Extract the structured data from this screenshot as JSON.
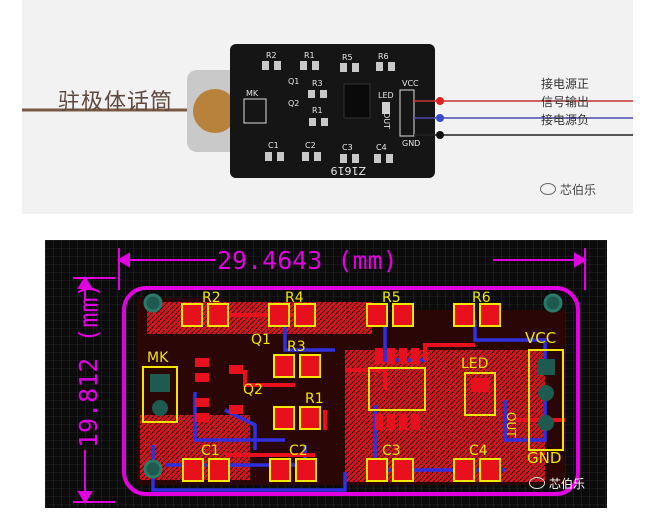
{
  "top_photo": {
    "mic_label": "驻极体话筒",
    "pin_labels": [
      "接电源正",
      "信号输出",
      "接电源负"
    ],
    "silkscreen": [
      "R2",
      "R1",
      "R5",
      "R6",
      "Q1",
      "R3",
      "Q2",
      "R1",
      "LED",
      "VCC",
      "OUT",
      "GND",
      "MK",
      "C1",
      "C2",
      "C3",
      "C4"
    ],
    "board_code": "Z1619",
    "watermark": "芯伯乐",
    "colors": {
      "vcc": "#e02020",
      "out": "#3a4cc8",
      "gnd": "#111111"
    }
  },
  "pcb_layout": {
    "width_dim": "29.4643 (mm)",
    "height_dim": "19.812 (mm)",
    "resistors": [
      "R2",
      "R4",
      "R5",
      "R6",
      "R3",
      "R1"
    ],
    "transistors": [
      "Q1",
      "Q2"
    ],
    "capacitors": [
      "C1",
      "C2",
      "C3",
      "C4"
    ],
    "mic": "MK",
    "led": "LED",
    "header": [
      "VCC",
      "OUT",
      "GND"
    ],
    "watermark": "芯伯乐",
    "colors": {
      "background": "#0b0b0b",
      "copper": "#e8101c",
      "trace": "#3030e0",
      "silk": "#f2e600",
      "outline": "#e000e0"
    }
  }
}
